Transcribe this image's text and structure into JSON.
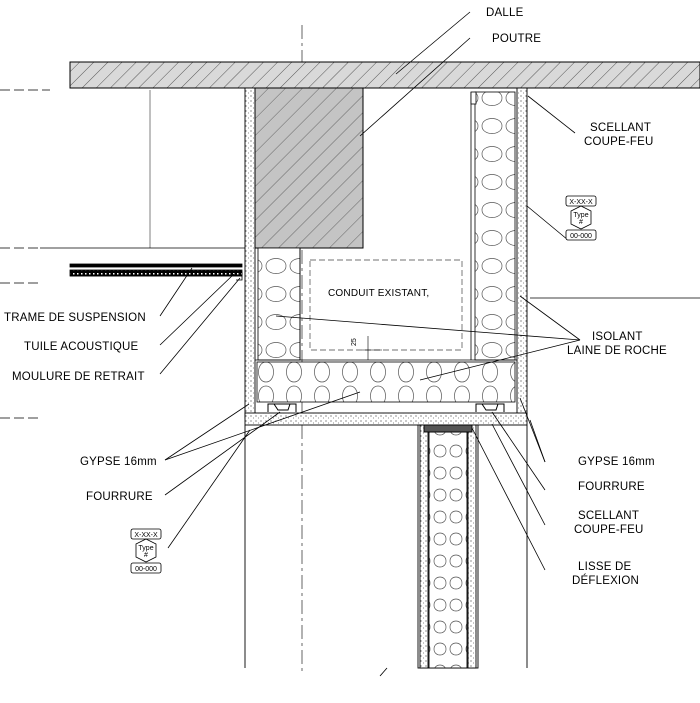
{
  "labels": {
    "dalle": "DALLE",
    "poutre": "POUTRE",
    "scellant_top_1": "SCELLANT",
    "scellant_top_2": "COUPE-FEU",
    "conduit": "CONDUIT EXISTANT,",
    "dim_25": "25",
    "isolant_1": "ISOLANT",
    "isolant_2": "LAINE DE ROCHE",
    "trame": "TRAME DE SUSPENSION",
    "tuile": "TUILE ACOUSTIQUE",
    "moulure": "MOULURE DE RETRAIT",
    "gypse_left": "GYPSE 16mm",
    "fourrure_left": "FOURRURE",
    "gypse_right": "GYPSE 16mm",
    "fourrure_right": "FOURRURE",
    "scellant_bot_1": "SCELLANT",
    "scellant_bot_2": "COUPE-FEU",
    "lisse_1": "LISSE DE",
    "lisse_2": "DÉFLEXION"
  },
  "tags": {
    "upper": {
      "code": "X-XX-X",
      "type": "Type",
      "hash": "#",
      "num": "00-000"
    },
    "lower": {
      "code": "X-XX-X",
      "type": "Type",
      "hash": "#",
      "num": "00-000"
    }
  },
  "colors": {
    "line": "#000000",
    "slab_fill": "#d9d9d9",
    "beam_fill": "#c4c4c4"
  }
}
